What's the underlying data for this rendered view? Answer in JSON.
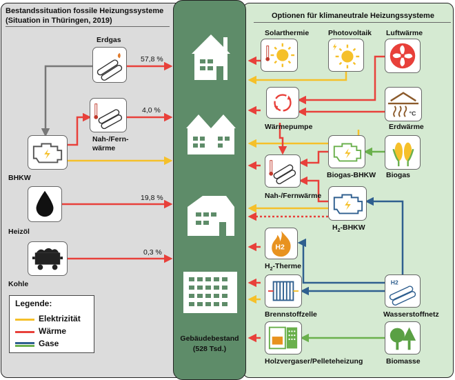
{
  "left": {
    "title": "Bestandssituation fossile Heizungssysteme",
    "subtitle": "(Situation in Thüringen, 2019)",
    "items": [
      {
        "label": "Erdgas",
        "pct": "57,8 %"
      },
      {
        "label_line1": "Nah-/Fern-",
        "label_line2": "wärme",
        "pct": "4,0 %"
      },
      {
        "label": "BHKW"
      },
      {
        "label": "Heizöl",
        "pct": "19,8 %"
      },
      {
        "label": "Kohle",
        "pct": "0,3 %"
      }
    ]
  },
  "center": {
    "label_line1": "Gebäudebestand",
    "label_line2": "(528 Tsd.)"
  },
  "right": {
    "title": "Optionen für klimaneutrale Heizungssysteme",
    "items": {
      "solarthermie": "Solarthermie",
      "photovoltaik": "Photovoltaik",
      "luftwaerme": "Luftwärme",
      "waermepumpe": "Wärmepumpe",
      "erdwaerme": "Erdwärme",
      "biogas_bhkw": "Biogas-BHKW",
      "biogas": "Biogas",
      "nahfernwaerme": "Nah-/Fernwärme",
      "h2_bhkw_prefix": "H",
      "h2_bhkw_sub": "2",
      "h2_bhkw_suffix": "-BHKW",
      "h2_therme_prefix": "H",
      "h2_therme_sub": "2",
      "h2_therme_suffix": "-Therme",
      "brennstoffzelle": "Brennstoffzelle",
      "wasserstoffnetz": "Wasserstoffnetz",
      "holzvergaser": "Holzvergaser/Pelleteheizung",
      "biomasse": "Biomasse"
    },
    "icon_text": {
      "h2_pipe": "H2",
      "h2_flame": "H2",
      "erdwaerme_unit": "°C"
    }
  },
  "legend": {
    "title": "Legende:",
    "items": [
      {
        "label": "Elektrizität",
        "color": "#f5c02a"
      },
      {
        "label": "Wärme",
        "color": "#e8403a"
      },
      {
        "label": "Gase",
        "color_blue": "#2f5f8f",
        "color_green": "#6ab04c"
      }
    ]
  },
  "colors": {
    "electricity": "#f5c02a",
    "heat": "#e8403a",
    "gas_blue": "#2f5f8f",
    "gas_green": "#6ab04c",
    "gas_grey": "#777777",
    "center": "#5e8c69"
  }
}
